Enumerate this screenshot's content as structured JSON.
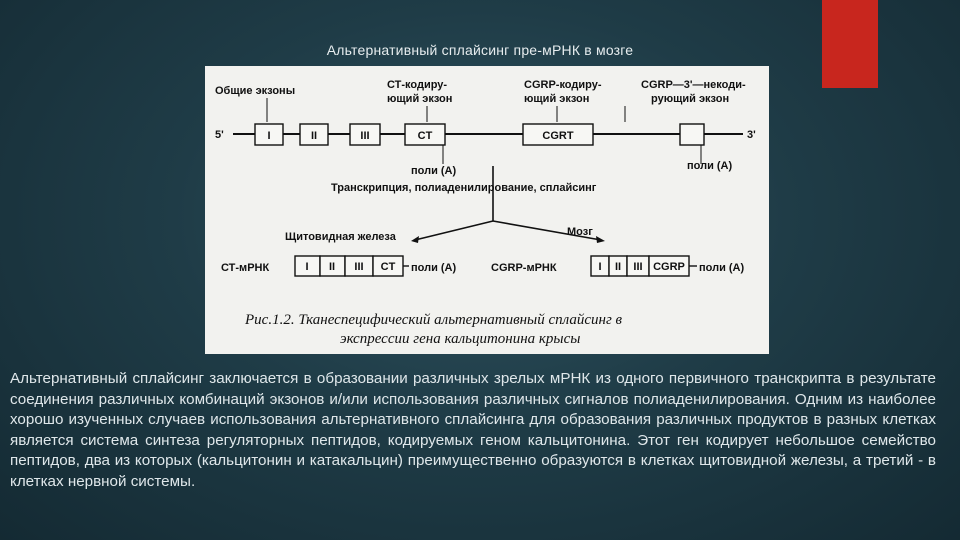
{
  "slide": {
    "title": "Альтернативный сплайсинг пре-мРНК в мозге",
    "accent_color": "#c8261e",
    "body": "Альтернативный сплайсинг заключается в образовании различных зрелых мРНК из одного первичного транскрипта в результате соединения различных комбинаций экзонов и/или использования различных сигналов полиаденилирования. Одним из наиболее хорошо изученных случаев использования альтернативного сплайсинга для образования различных продуктов в разных клетках является система синтеза регуляторных пептидов, кодируемых геном кальцитонина. Этот ген кодирует небольшое семейство пептидов, два из которых (кальцитонин и катакальцин) преимущественно образуются в клетках щитовидной железы, а третий - в клетках нервной системы."
  },
  "diagram": {
    "labels": {
      "common_exons": "Общие экзоны",
      "ct_exon_line1": "СТ-кодиру-",
      "ct_exon_line2": "ющий экзон",
      "cgrp_exon_line1": "CGRP-кодиру-",
      "cgrp_exon_line2": "ющий экзон",
      "cgrp3_line1": "CGRP—3'—некоди-",
      "cgrp3_line2": "рующий экзон",
      "five_prime": "5'",
      "three_prime": "3'",
      "polya_1": "поли (А)",
      "polya_2": "поли (А)",
      "process": "Транскрипция, полиаденилирование, сплайсинг",
      "thyroid": "Щитовидная железа",
      "brain": "Мозг",
      "ct_mrna": "СТ-мРНК",
      "cgrp_mrna": "CGRP-мРНК",
      "polya_ct": "поли (А)",
      "polya_cgrp": "поли (А)"
    },
    "gene_exons": [
      "I",
      "II",
      "III",
      "CT",
      "CGRT"
    ],
    "ct_mrna_exons": [
      "I",
      "II",
      "III",
      "CT"
    ],
    "cgrp_mrna_exons": [
      "I",
      "II",
      "III",
      "CGRP"
    ],
    "caption_line1": "Рис.1.2. Тканеспецифический альтернативный сплайсинг в",
    "caption_line2": "экспрессии гена кальцитонина крысы"
  }
}
